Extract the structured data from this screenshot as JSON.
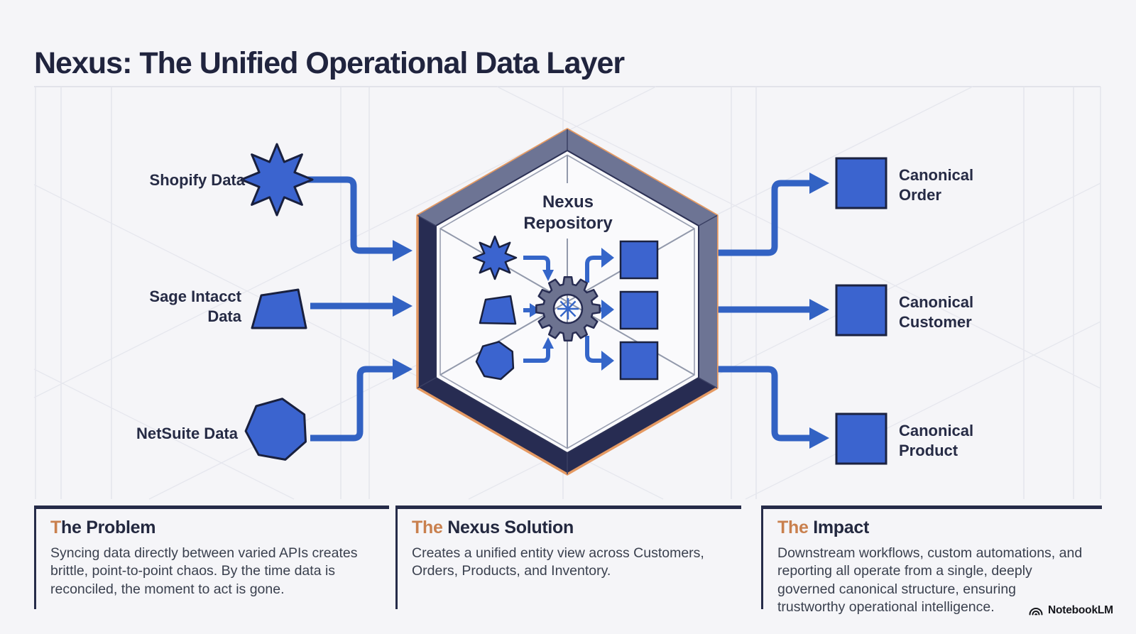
{
  "title": "Nexus: The Unified Operational Data Layer",
  "sources": [
    {
      "id": "shopify",
      "label_line1": "Shopify Data",
      "label_line2": "",
      "shape": "eight-point-star"
    },
    {
      "id": "sage-intacct",
      "label_line1": "Sage Intacct",
      "label_line2": "Data",
      "shape": "trapezoid"
    },
    {
      "id": "netsuite",
      "label_line1": "NetSuite Data",
      "label_line2": "",
      "shape": "heptagon"
    }
  ],
  "hub": {
    "label_line1": "Nexus",
    "label_line2": "Repository"
  },
  "outputs": [
    {
      "id": "order",
      "label_line1": "Canonical",
      "label_line2": "Order"
    },
    {
      "id": "customer",
      "label_line1": "Canonical",
      "label_line2": "Customer"
    },
    {
      "id": "product",
      "label_line1": "Canonical",
      "label_line2": "Product"
    }
  ],
  "panels": [
    {
      "heading_highlight": "T",
      "heading_rest": "he Problem",
      "body": "Syncing data directly between varied APIs creates brittle, point-to-point chaos. By the time data is reconciled, the moment to act is gone."
    },
    {
      "heading_highlight": "The",
      "heading_rest": " Nexus Solution",
      "body": "Creates a unified entity view across Customers, Orders, Products, and Inventory."
    },
    {
      "heading_highlight": "The",
      "heading_rest": " Impact",
      "body": "Downstream workflows, custom automations, and reporting all operate from a single, deeply governed canonical structure, ensuring trustworthy operational intelligence."
    }
  ],
  "footer": {
    "brand": "NotebookLM"
  },
  "colors": {
    "background": "#f5f5f8",
    "shape_blue": "#3b64cf",
    "arrow_blue": "#3262c3",
    "hexagon_dark": "#272c52",
    "hexagon_light": "#6d7494",
    "hexagon_outline_orange": "#e59a63",
    "heading_highlight_orange": "#c9804e",
    "gear_gray": "#6d7390"
  }
}
